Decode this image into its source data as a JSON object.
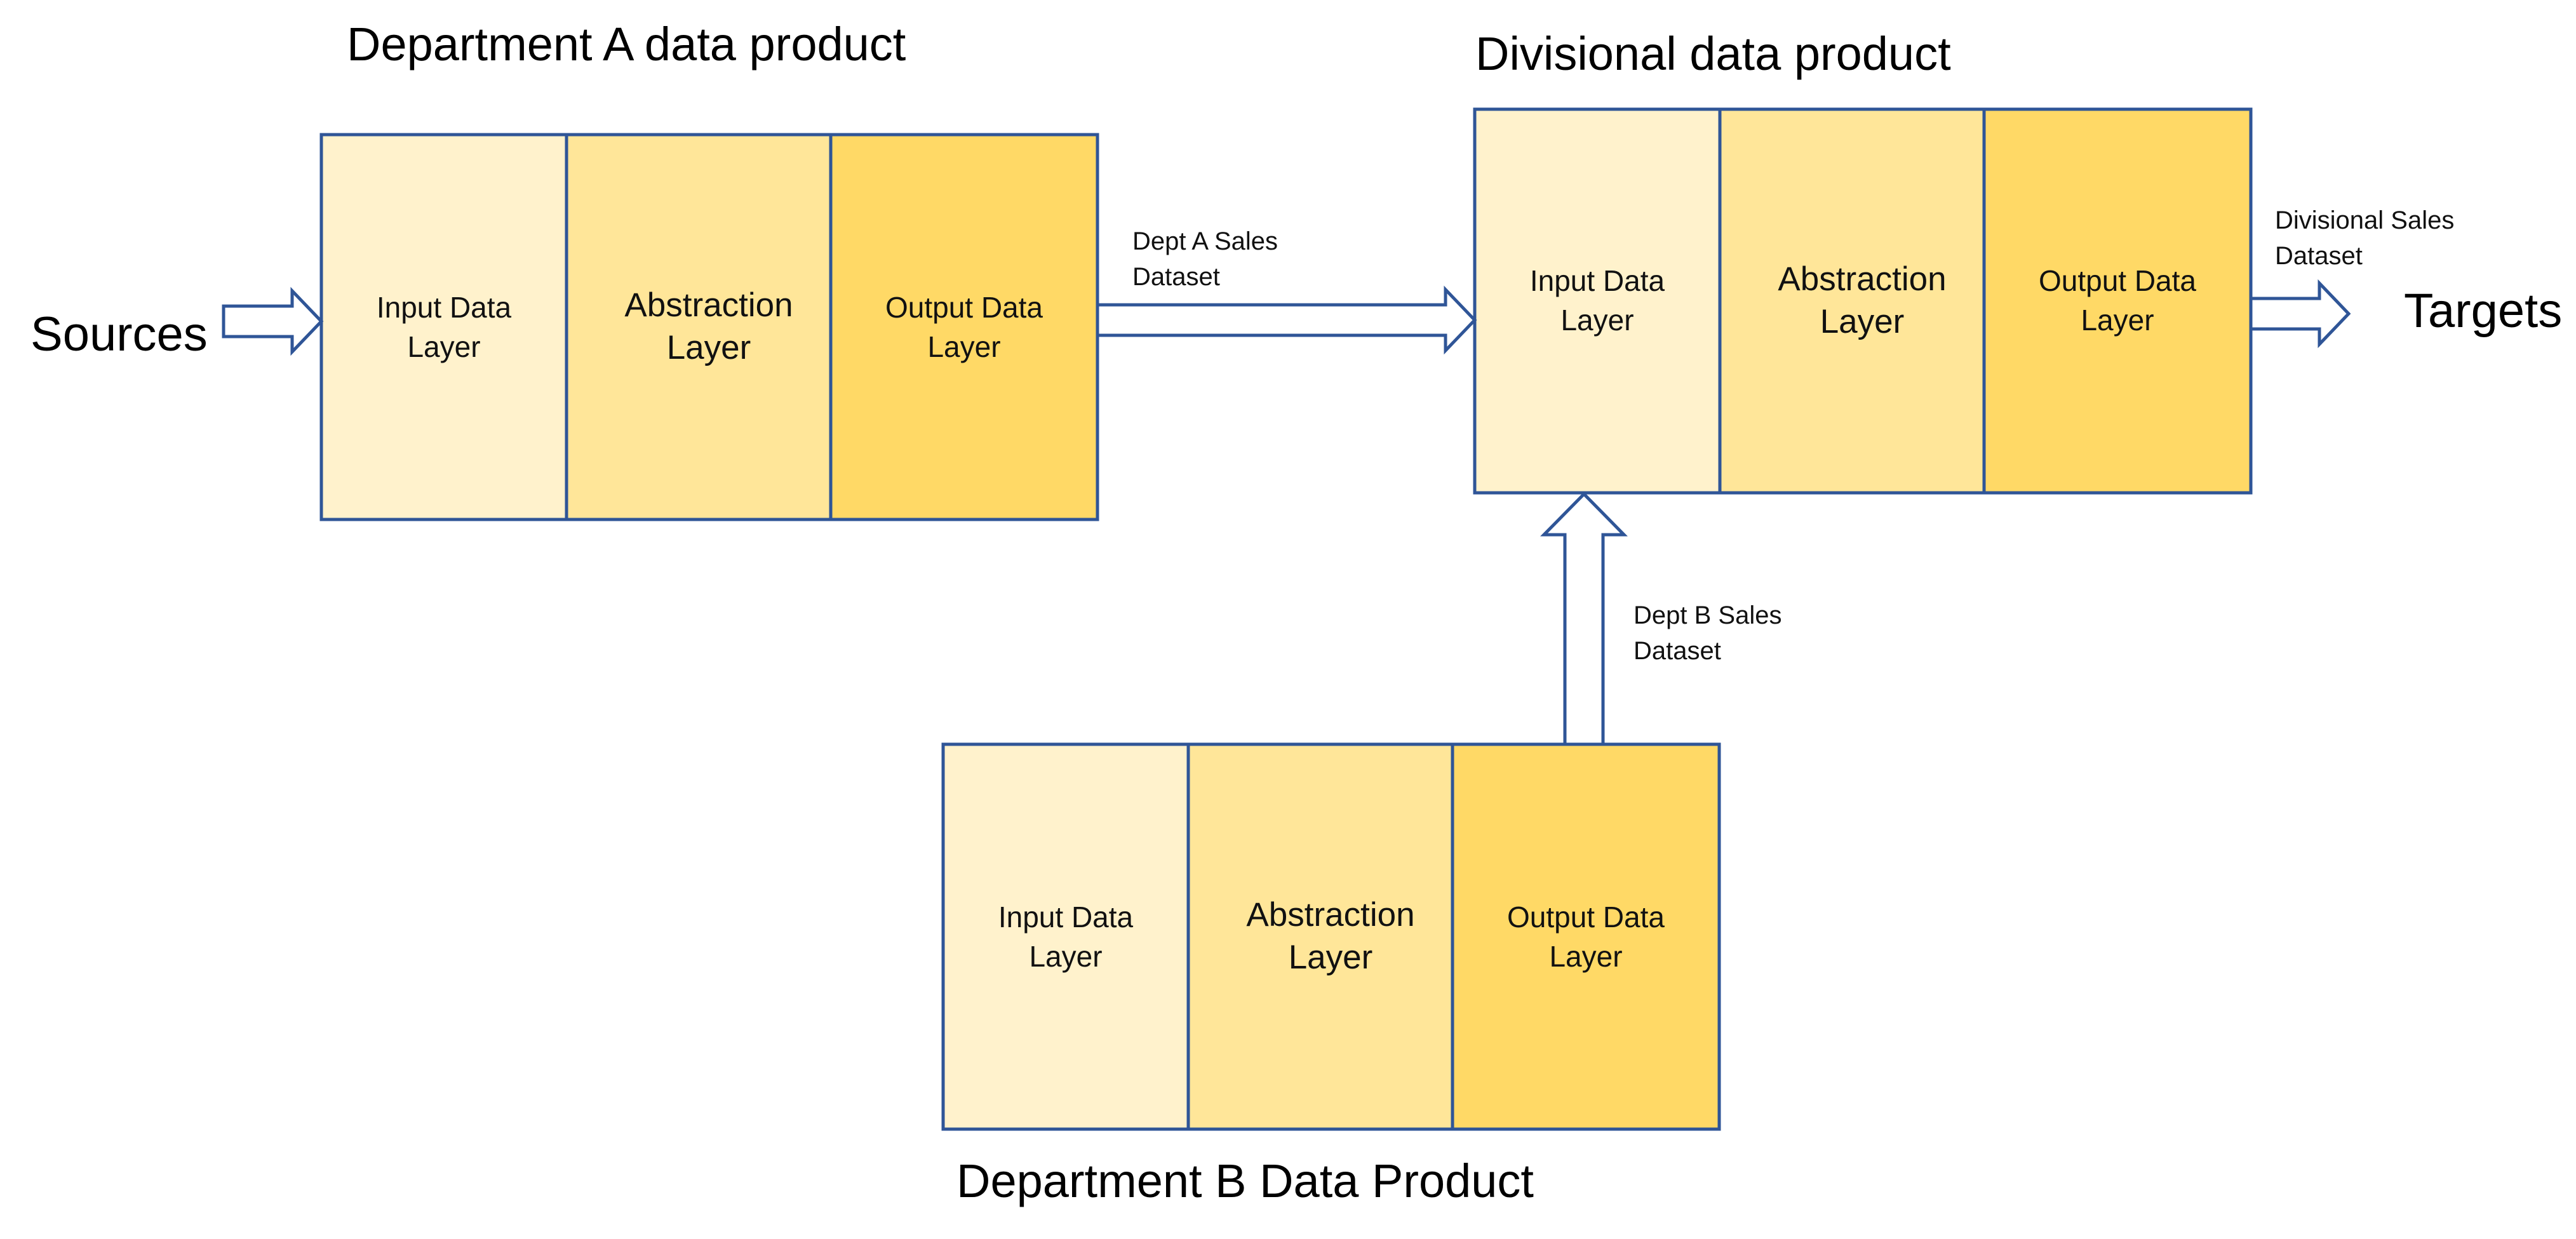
{
  "colors": {
    "border": "#2F5597",
    "input_fill": "#FFF2CC",
    "abstraction_fill": "#FFE699",
    "output_fill": "#FFD966",
    "arrow_stroke": "#2F5597",
    "text": "#000000"
  },
  "products": {
    "dept_a": {
      "title": "Department A data product",
      "layers": [
        {
          "line1": "Input Data",
          "line2": "Layer"
        },
        {
          "line1": "Abstraction",
          "line2": "Layer"
        },
        {
          "line1": "Output Data",
          "line2": "Layer"
        }
      ]
    },
    "divisional": {
      "title": "Divisional data product",
      "layers": [
        {
          "line1": "Input Data",
          "line2": "Layer"
        },
        {
          "line1": "Abstraction",
          "line2": "Layer"
        },
        {
          "line1": "Output Data",
          "line2": "Layer"
        }
      ]
    },
    "dept_b": {
      "title": "Department B Data Product",
      "layers": [
        {
          "line1": "Input Data",
          "line2": "Layer"
        },
        {
          "line1": "Abstraction",
          "line2": "Layer"
        },
        {
          "line1": "Output Data",
          "line2": "Layer"
        }
      ]
    }
  },
  "endpoints": {
    "sources": "Sources",
    "targets": "Targets"
  },
  "flows": {
    "dept_a_sales": {
      "line1": "Dept A Sales",
      "line2": "Dataset"
    },
    "dept_b_sales": {
      "line1": "Dept B Sales",
      "line2": "Dataset"
    },
    "divisional_sales": {
      "line1": "Divisional Sales",
      "line2": "Dataset"
    }
  }
}
